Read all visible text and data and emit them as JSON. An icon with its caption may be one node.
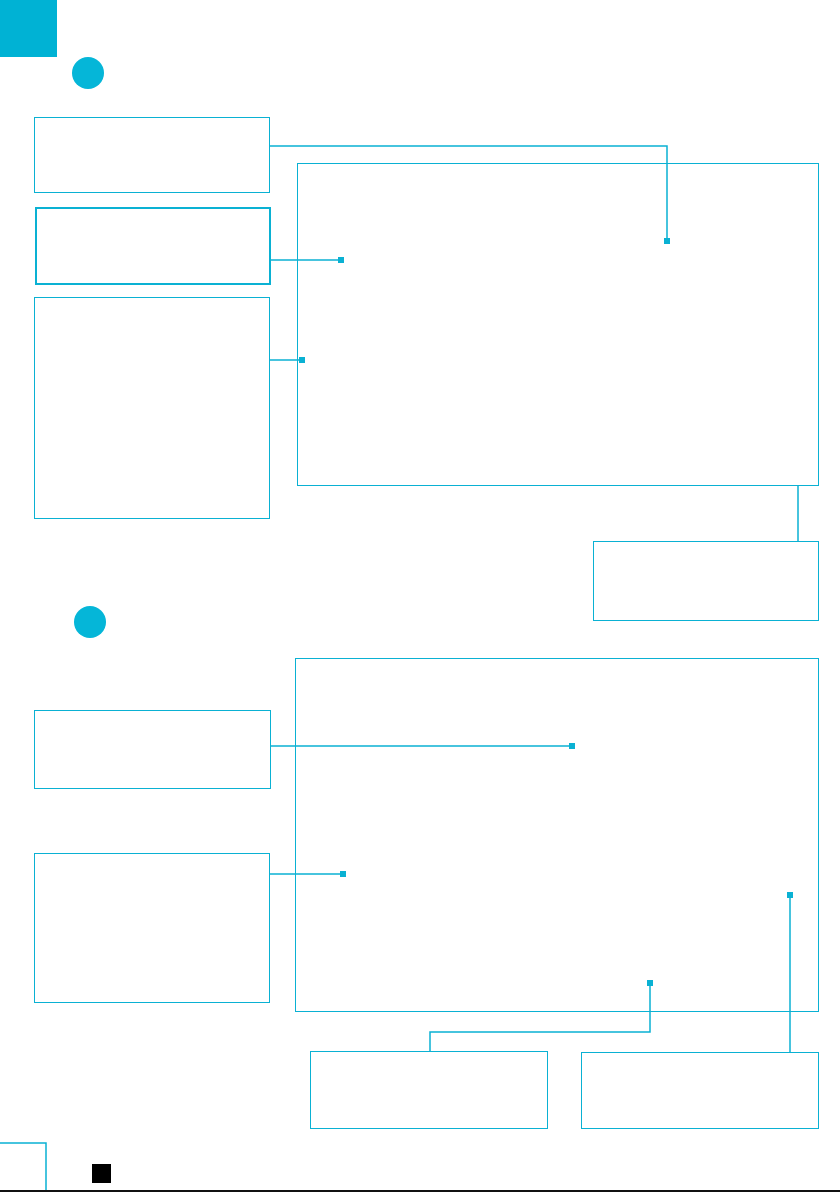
{
  "diagram": {
    "nodes": [
      {
        "text": [],
        "shape": "box"
      },
      {
        "text": [],
        "shape": "box"
      },
      {
        "text": [],
        "shape": "box"
      },
      {
        "text": [],
        "shape": "box"
      },
      {
        "text": [],
        "shape": "box"
      },
      {
        "text": [],
        "shape": "box"
      },
      {
        "text": [],
        "shape": "box"
      },
      {
        "text": [],
        "shape": "box"
      },
      {
        "text": [],
        "shape": "box"
      },
      {
        "text": [],
        "shape": "box"
      }
    ],
    "edges": [
      {
        "from": 0,
        "to": 3,
        "arrow": "other"
      },
      {
        "from": 1,
        "to": 3,
        "arrow": "other"
      },
      {
        "from": 2,
        "to": 3,
        "arrow": "other"
      },
      {
        "from": 3,
        "to": 4,
        "arrow": "none"
      },
      {
        "from": 6,
        "to": 5,
        "arrow": "other"
      },
      {
        "from": 7,
        "to": 5,
        "arrow": "other"
      },
      {
        "from": 8,
        "to": 5,
        "arrow": "other"
      },
      {
        "from": 9,
        "to": 5,
        "arrow": "other"
      }
    ]
  }
}
